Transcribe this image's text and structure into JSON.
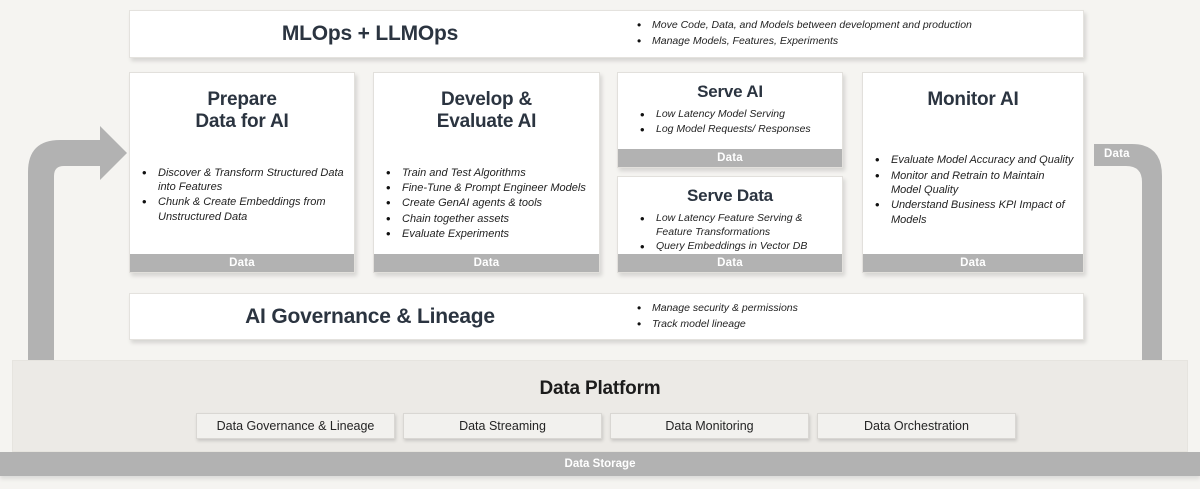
{
  "theme": {
    "background": "#f5f4f1",
    "card_background": "#ffffff",
    "accent_gray": "#b2b2b2",
    "title_color": "#2b3440",
    "platform_background": "#eceae6"
  },
  "top_bar": {
    "title": "MLOps + LLMOps",
    "bullets": [
      "Move Code, Data, and Models between development and production",
      "Manage Models, Features, Experiments"
    ]
  },
  "pipeline": {
    "cards": [
      {
        "id": "prepare",
        "title": "Prepare\nData for AI",
        "title_line1": "Prepare",
        "title_line2": "Data for AI",
        "bullets": [
          "Discover & Transform Structured Data into Features",
          "Chunk & Create Embeddings from Unstructured Data"
        ],
        "footer": "Data"
      },
      {
        "id": "develop",
        "title_line1": "Develop &",
        "title_line2": "Evaluate AI",
        "bullets": [
          "Train and Test Algorithms",
          "Fine-Tune & Prompt Engineer Models",
          "Create GenAI agents & tools",
          "Chain together assets",
          "Evaluate Experiments"
        ],
        "footer": "Data"
      },
      {
        "id": "serve-ai",
        "title_line1": "Serve AI",
        "bullets": [
          "Low Latency Model Serving",
          "Log Model Requests/ Responses"
        ],
        "footer": "Data"
      },
      {
        "id": "serve-data",
        "title_line1": "Serve Data",
        "bullets": [
          "Low Latency Feature Serving & Feature Transformations",
          "Query Embeddings in Vector DB"
        ],
        "footer": "Data"
      },
      {
        "id": "monitor",
        "title_line1": "Monitor AI",
        "bullets": [
          "Evaluate Model Accuracy and Quality",
          "Monitor and Retrain to Maintain Model Quality",
          "Understand Business KPI Impact of Models"
        ],
        "footer": "Data"
      }
    ]
  },
  "governance_bar": {
    "title": "AI Governance & Lineage",
    "bullets": [
      "Manage security & permissions",
      "Track model lineage"
    ]
  },
  "data_platform": {
    "title": "Data Platform",
    "chips": [
      "Data Governance & Lineage",
      "Data Streaming",
      "Data Monitoring",
      "Data Orchestration"
    ],
    "storage_label": "Data Storage"
  },
  "arrows": {
    "left_label": "",
    "right_label": "Data"
  }
}
